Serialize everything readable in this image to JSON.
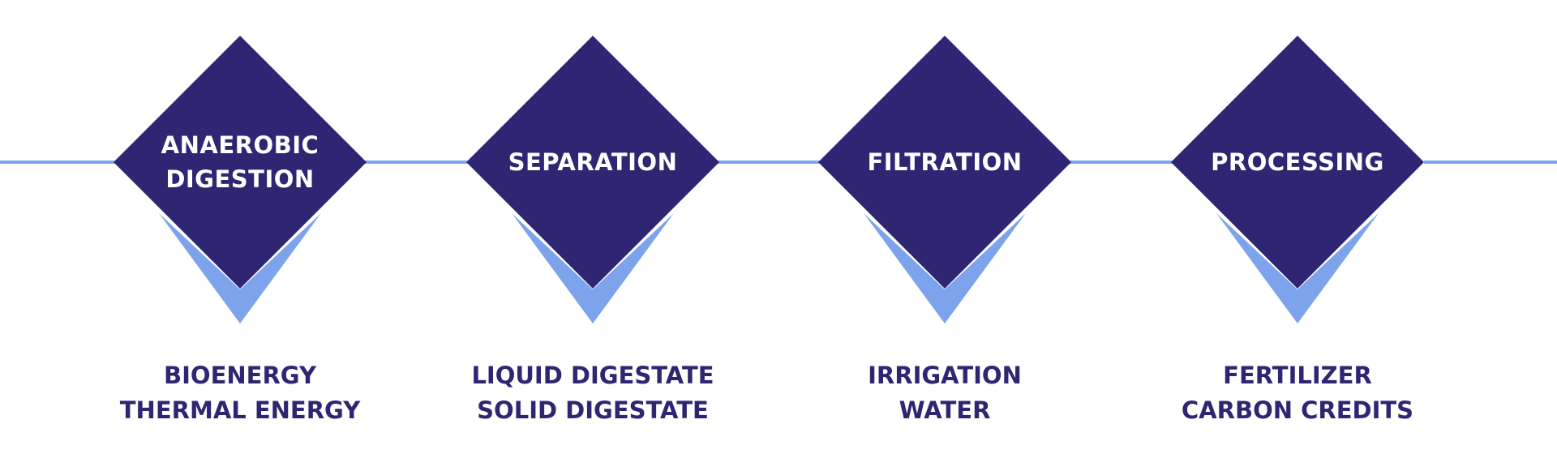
{
  "colors": {
    "diamond": "#2e2672",
    "accent": "#7ca3ec",
    "title_text": "#ffffff",
    "output_text": "#2e2672"
  },
  "stages": [
    {
      "title": "ANAEROBIC\nDIGESTION",
      "outputs": [
        "BIOENERGY",
        "THERMAL ENERGY"
      ]
    },
    {
      "title": "SEPARATION",
      "outputs": [
        "LIQUID DIGESTATE",
        "SOLID DIGESTATE"
      ]
    },
    {
      "title": "FILTRATION",
      "outputs": [
        "IRRIGATION",
        "WATER"
      ]
    },
    {
      "title": "PROCESSING",
      "outputs": [
        "FERTILIZER",
        "CARBON CREDITS"
      ]
    }
  ]
}
